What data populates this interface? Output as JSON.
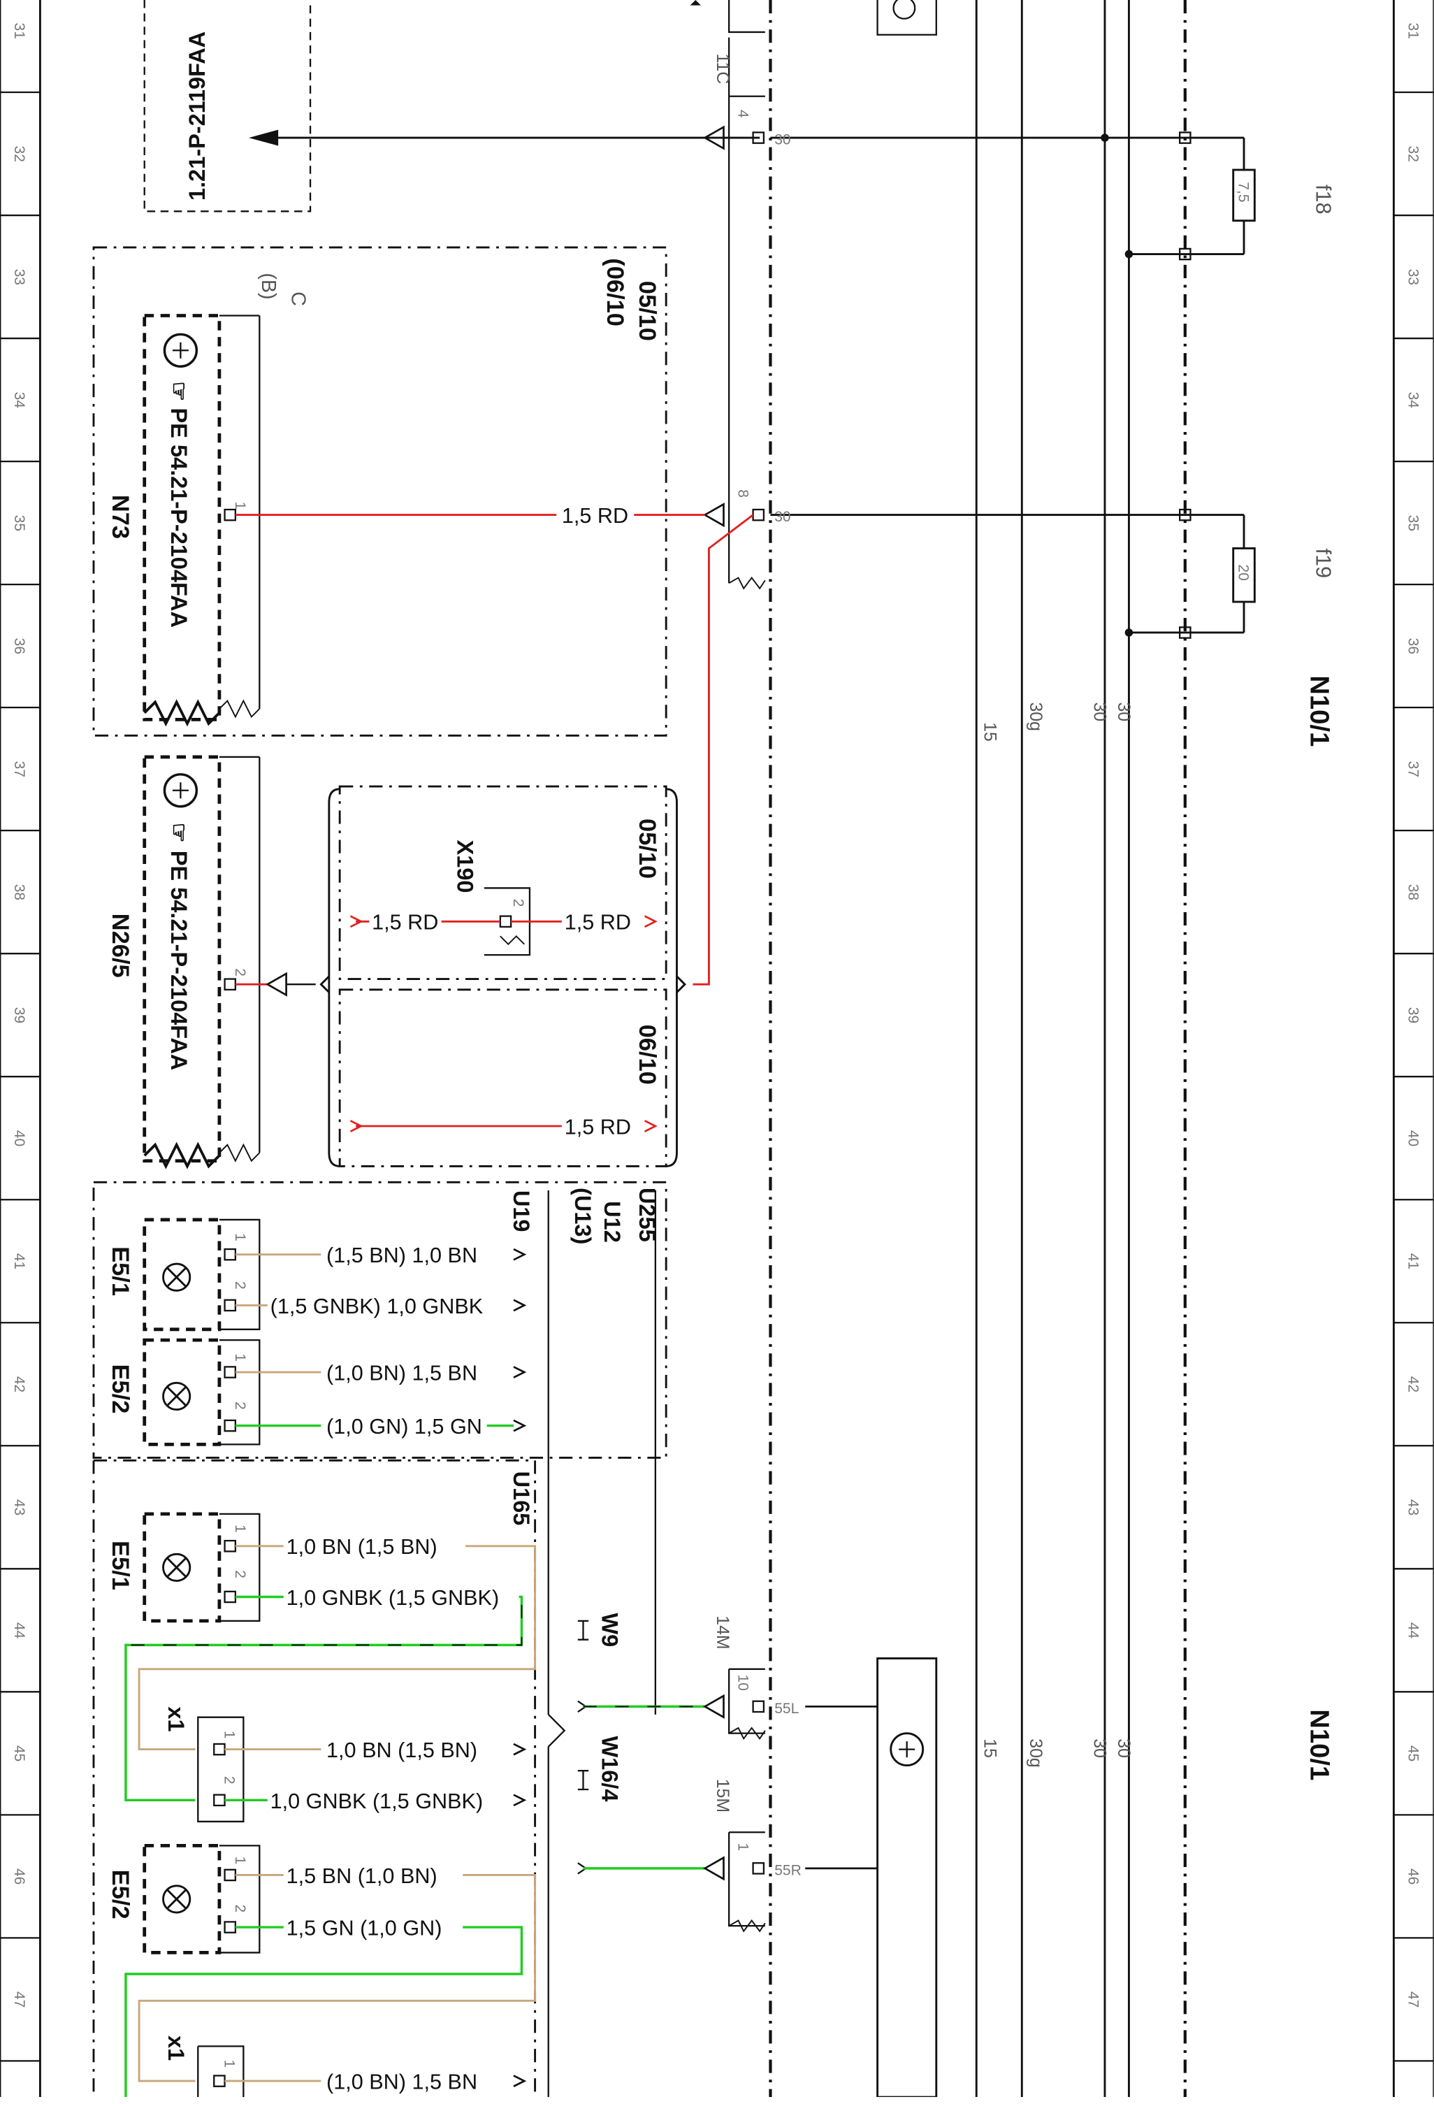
{
  "ruler_numbers": [
    "31",
    "32",
    "33",
    "34",
    "35",
    "36",
    "37",
    "38",
    "39",
    "40",
    "41",
    "42",
    "43",
    "44",
    "45",
    "46",
    "47"
  ],
  "refs": {
    "top": "1.21-P-2119FAA",
    "n73": "PE 54.21-P-2104FAA",
    "n265": "PE 54.21-P-2104FAA"
  },
  "components": {
    "n73": "N73",
    "n265": "N26/5",
    "x190": "X190",
    "n101_a": "N10/1",
    "n101_b": "N10/1",
    "e51_a": "E5/1",
    "e52_a": "E5/2",
    "e51_b": "E5/1",
    "e52_b": "E5/2",
    "x1_a": "x1",
    "x1_b": "x1",
    "w9": "W9",
    "w164": "W16/4"
  },
  "fuses": {
    "f18_name": "f18",
    "f18_val": "7,5",
    "f19_name": "f19",
    "f19_val": "20"
  },
  "variants": {
    "box1_a": "05/10",
    "box1_b": "(06/10",
    "box2_a": "05/10",
    "box2_b": "06/10",
    "box1_c": "C",
    "box1_d": "(B)",
    "u_group1": [
      "U255",
      "U12",
      "(U13)",
      "U19"
    ],
    "u_group2": "U165"
  },
  "connectors": {
    "c11c": "11C",
    "c11c_pin": "4",
    "c11c_sig": "30",
    "c8_pin": "8",
    "c8_sig": "30",
    "c14m": "14M",
    "c14m_pin": "10",
    "c14m_sig": "55L",
    "c15m": "15M",
    "c15m_pin": "1",
    "c15m_sig": "55R",
    "n73_pin": "1",
    "n265_pin": "2",
    "x190_pin": "2"
  },
  "wires": {
    "rd_main": "1,5 RD",
    "rd_x190_left": "1,5 RD",
    "rd_x190_right": "1,5 RD",
    "rd_0610": "1,5 RD",
    "e51a_p1": "(1,5 BN) 1,0 BN",
    "e51a_p2": "(1,5 GNBK) 1,0 GNBK",
    "e52a_p1": "(1,0 BN) 1,5 BN",
    "e52a_p2": "(1,0 GN) 1,5 GN",
    "e51b_p1": "1,0 BN (1,5 BN)",
    "e51b_p2": "1,0 GNBK (1,5 GNBK)",
    "x1a_p1": "1,0 BN (1,5 BN)",
    "x1a_p2": "1,0 GNBK (1,5 GNBK)",
    "e52b_p1": "1,5 BN (1,0 BN)",
    "e52b_p2": "1,5 GN (1,0 GN)",
    "x1b_p1": "(1,0 BN) 1,5 BN"
  },
  "pins": {
    "e51a_1": "1",
    "e51a_2": "2",
    "e52a_1": "1",
    "e52a_2": "2",
    "e51b_1": "1",
    "e51b_2": "2",
    "x1a_1": "1",
    "x1a_2": "2",
    "e52b_1": "1",
    "e52b_2": "2",
    "x1b_1": "1"
  },
  "rails": {
    "r15_a": "15",
    "r30g_a": "30g",
    "r30_a": "30",
    "r30b_a": "30",
    "r15_b": "15",
    "r30g_b": "30g",
    "r30_b": "30",
    "r30b_b": "30"
  },
  "colors": {
    "red": "#e02020",
    "green": "#22cc22",
    "tan": "#c9a67a",
    "black": "#111111"
  }
}
